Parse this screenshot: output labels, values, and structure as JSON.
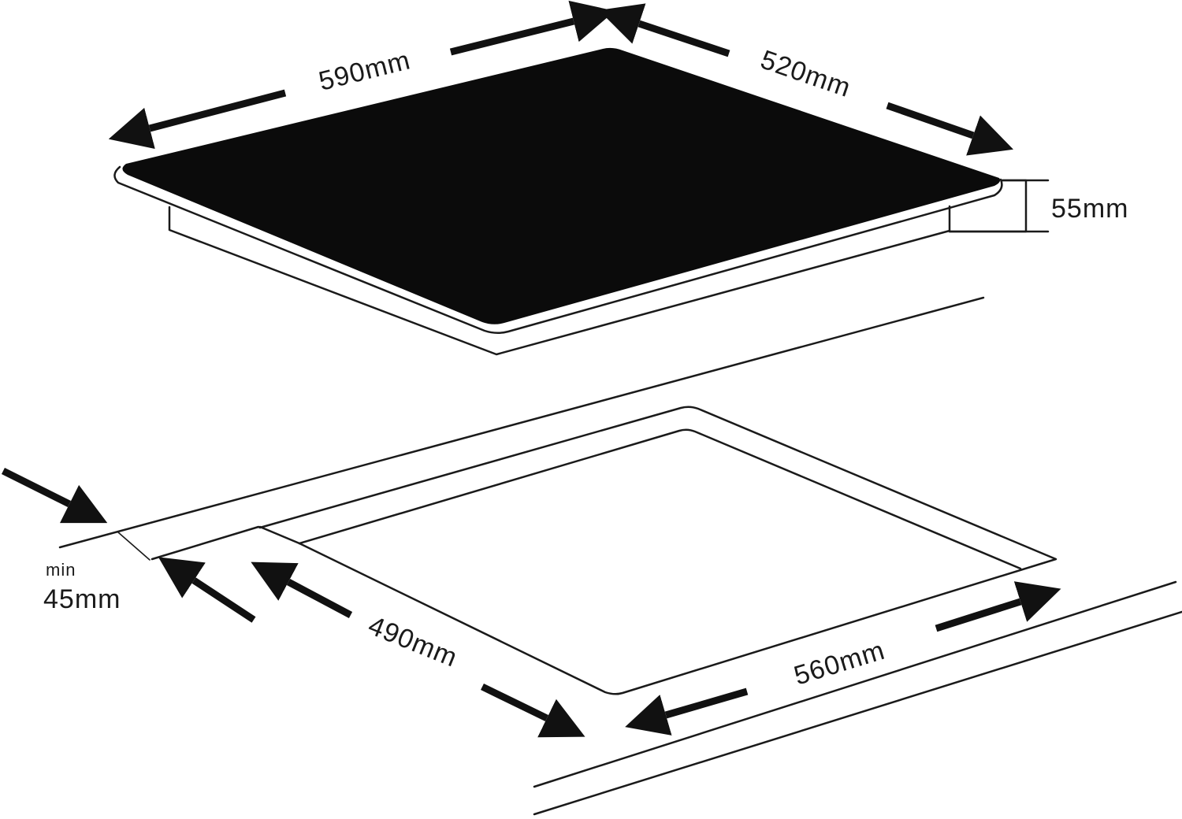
{
  "colors": {
    "ink": "#111111",
    "glass": "#0b0b0b",
    "paper": "#ffffff"
  },
  "labels": {
    "hob_width": "590mm",
    "hob_depth": "520mm",
    "hob_height": "55mm",
    "cutout_depth": "490mm",
    "cutout_width": "560mm",
    "min_prefix": "min",
    "min_clearance": "45mm"
  }
}
